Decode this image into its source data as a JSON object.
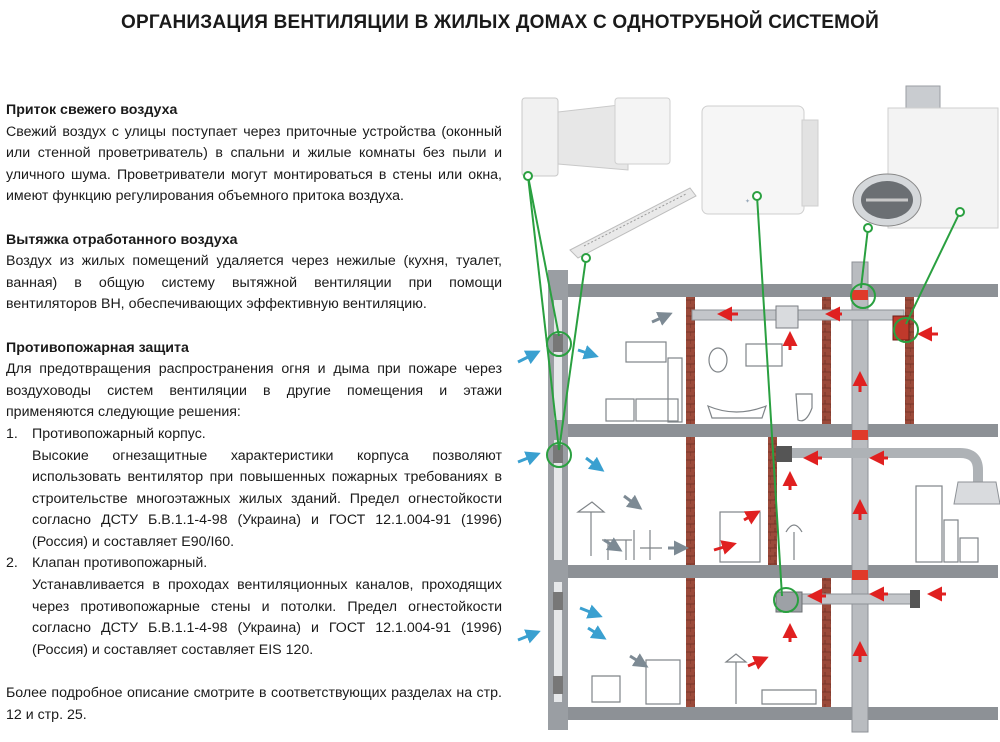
{
  "title": "ОРГАНИЗАЦИЯ ВЕНТИЛЯЦИИ В ЖИЛЫХ ДОМАХ С ОДНОТРУБНОЙ СИСТЕМОЙ",
  "sections": [
    {
      "heading": "Приток свежего воздуха",
      "body": "Свежий воздух с улицы поступает через приточные устройства (оконный или стенной проветриватель) в спальни и жилые комнаты без пыли и уличного шума. Проветриватели могут монтироваться в стены или окна, имеют функцию регулирования объемного притока воздуха."
    },
    {
      "heading": "Вытяжка отработанного воздуха",
      "body": "Воздух из жилых помещений удаляется через нежилые (кухня, туалет, ванная) в общую систему вытяжной вентиляции при помощи вентиляторов ВН, обеспечивающих эффективную вентиляцию."
    },
    {
      "heading": "Противопожарная защита",
      "body": "Для предотвращения распространения огня и дыма при пожаре через воздуховоды систем вентиляции в другие помещения и этажи применяются следующие решения:"
    }
  ],
  "list": [
    {
      "num": "1.",
      "title": "Противопожарный корпус.",
      "body": "Высокие огнезащитные характеристики корпуса позволяют использовать вентилятор при повышенных пожарных требованиях в строительстве многоэтажных жилых зданий. Предел огнестойкости согласно ДСТУ Б.В.1.1-4-98 (Украина) и  ГОСТ 12.1.004-91 (1996) (Россия) и составляет Е90/I60."
    },
    {
      "num": "2.",
      "title": "Клапан противопожарный.",
      "body": "Устанавливается в проходах вентиляционных каналов, проходящих через противопожарные стены и потолки. Предел огнестойкости согласно ДСТУ Б.В.1.1-4-98 (Украина) и  ГОСТ 12.1.004-91 (1996) (Россия) и составляет составляет EIS 120."
    }
  ],
  "footer": "Более подробное описание смотрите в соответствующих разделах на стр. 12 и стр. 25.",
  "colors": {
    "slab": "#8d9196",
    "brick": "#9b4a3a",
    "duct": "#b9bcc0",
    "arrow_in": "#3aa0d0",
    "arrow_out": "#e02020",
    "arrow_grey": "#7d8a94",
    "callout": "#2aa040"
  }
}
